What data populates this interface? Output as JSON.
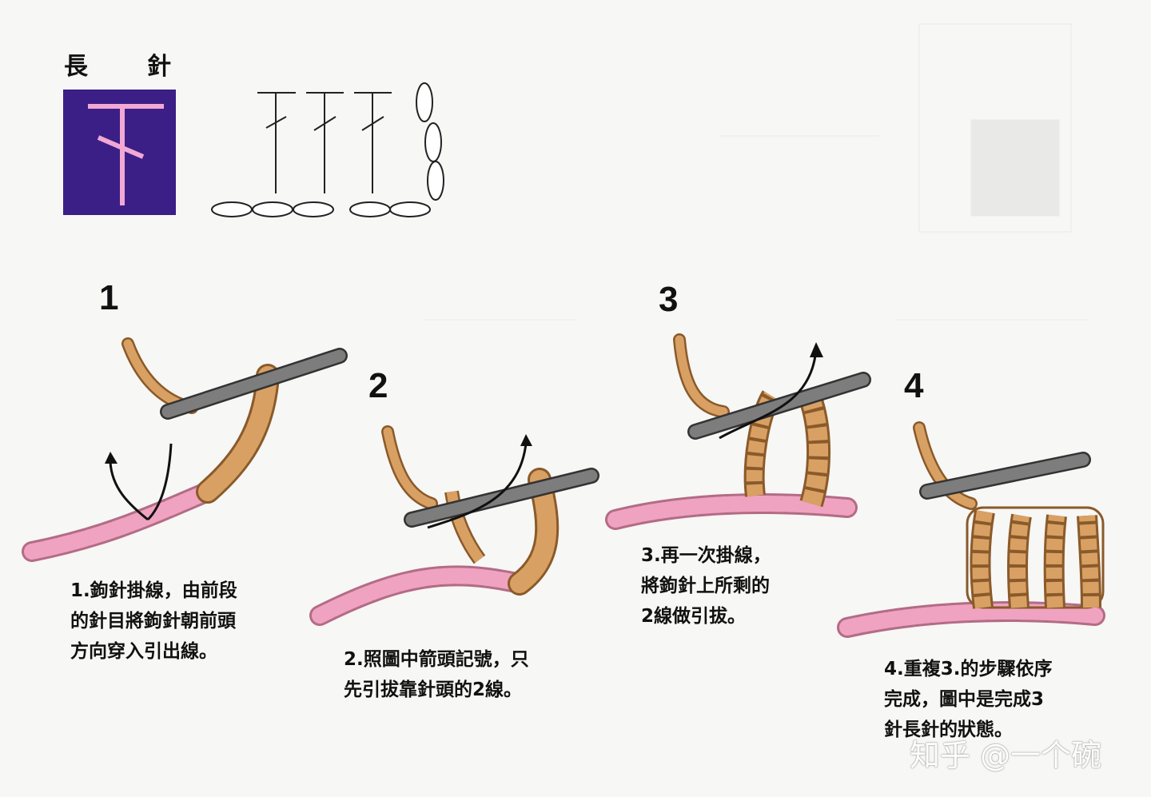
{
  "title": {
    "char1": "長",
    "char2": "針"
  },
  "steps": [
    {
      "num": "1",
      "lines": [
        "1.鉤針掛線，由前段",
        "的針目將鉤針朝前頭",
        "方向穿入引出線。"
      ]
    },
    {
      "num": "2",
      "lines": [
        "2.照圖中箭頭記號，只",
        "先引拔靠針頭的2線。"
      ]
    },
    {
      "num": "3",
      "lines": [
        "3.再一次掛線，",
        "將鉤針上所剩的",
        "2線做引拔。"
      ]
    },
    {
      "num": "4",
      "lines": [
        "4.重複3.的步驟依序",
        "完成，圖中是完成3",
        "針長針的狀態。"
      ]
    }
  ],
  "watermark": "知乎 @一个碗",
  "colors": {
    "symbol_bg": "#3b1f86",
    "symbol_stroke": "#f2a8d4",
    "yarn": "#d9a064",
    "chain": "#f0a3c0",
    "hook": "#7d7d7d"
  }
}
